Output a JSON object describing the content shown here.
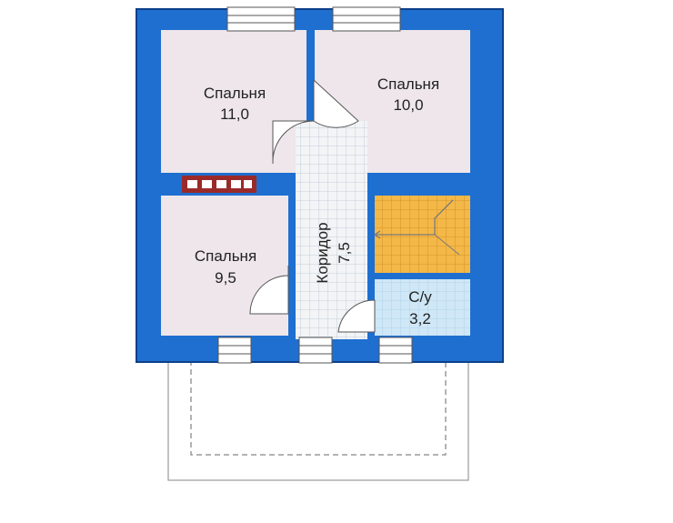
{
  "rooms": {
    "bedroom_top_left": {
      "name": "Спальня",
      "area": "11,0"
    },
    "bedroom_top_right": {
      "name": "Спальня",
      "area": "10,0"
    },
    "bedroom_bottom_left": {
      "name": "Спальня",
      "area": "9,5"
    },
    "corridor": {
      "name": "Коридор",
      "area": "7,5"
    },
    "wc": {
      "name": "С/у",
      "area": "3,2"
    }
  },
  "colors": {
    "wall": "#1e6fd0",
    "wall_outline": "#0d3f8a",
    "bedroom_fill": "#eee6ea",
    "corridor_fill": "#f2f4f6",
    "wc_fill": "#cfe7f6",
    "stairs_fill": "#f4b848",
    "chimney": "#9a2a2a",
    "terrace_line": "#9a9a9a"
  },
  "icons": [
    "door-swing-icon",
    "window-icon",
    "stair-arrow-icon",
    "chimney-icon"
  ]
}
